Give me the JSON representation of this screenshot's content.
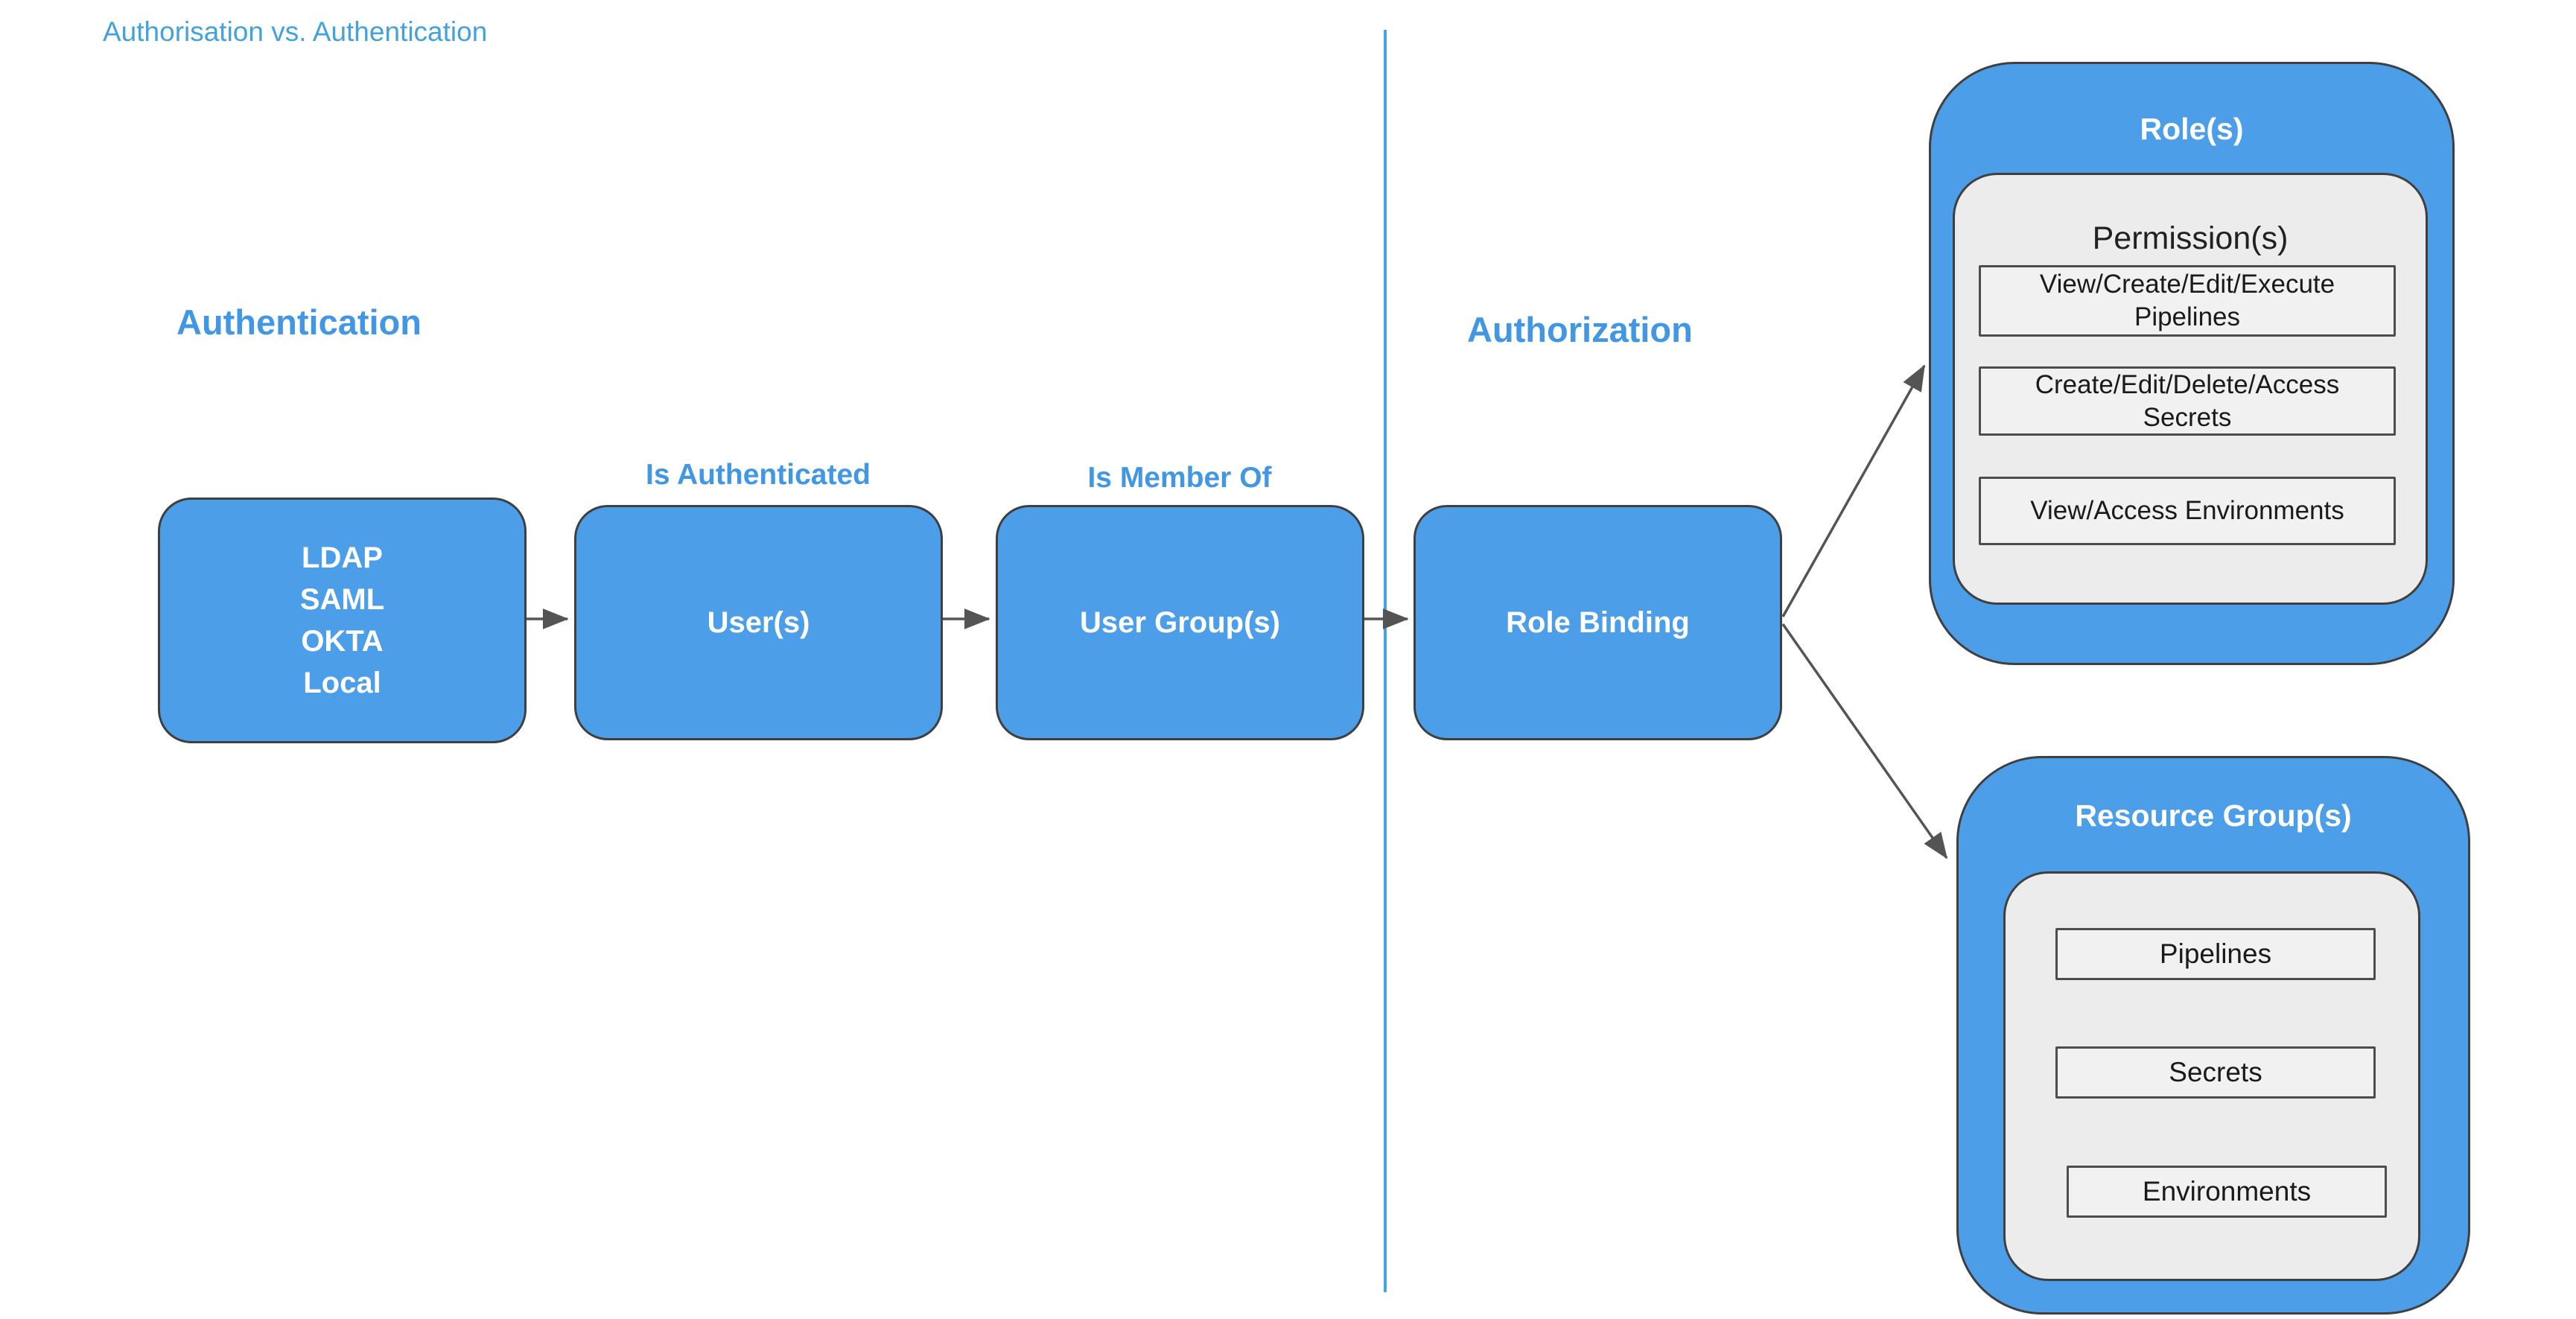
{
  "title": "Authorisation vs. Authentication",
  "sections": {
    "authentication": {
      "heading": "Authentication"
    },
    "authorization": {
      "heading": "Authorization"
    }
  },
  "flow": {
    "idp_box": {
      "lines": [
        "LDAP",
        "SAML",
        "OKTA",
        "Local"
      ]
    },
    "users_box": {
      "label": "User(s)",
      "annotation": "Is Authenticated"
    },
    "groups_box": {
      "label": "User Group(s)",
      "annotation": "Is Member Of"
    },
    "role_binding_box": {
      "label": "Role Binding"
    }
  },
  "roles": {
    "title": "Role(s)",
    "permissions": {
      "title": "Permission(s)",
      "items": [
        "View/Create/Edit/Execute Pipelines",
        "Create/Edit/Delete/Access Secrets",
        "View/Access Environments"
      ]
    }
  },
  "resource_groups": {
    "title": "Resource Group(s)",
    "items": [
      "Pipelines",
      "Secrets",
      "Environments"
    ]
  },
  "colors": {
    "box_blue": "#4D9EE8",
    "box_border": "#3F3F3F",
    "heading_blue": "#4297E4",
    "title_blue": "#43A2DE",
    "divider_blue": "#46A5DE",
    "arrow_gray": "#545454",
    "container_gray": "#ECECEC",
    "item_gray": "#F1F1F1",
    "text_dark": "#1a1a1a",
    "text_white": "#ffffff"
  }
}
